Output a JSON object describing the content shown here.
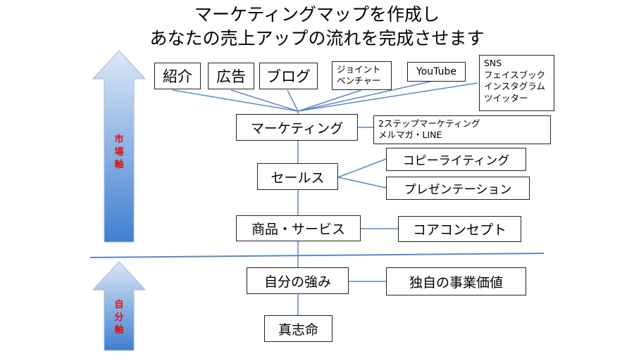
{
  "title": {
    "line1": "マーケティングマップを作成し",
    "line2": "あなたの売上アップの流れを完成させます"
  },
  "axes": {
    "market": [
      "市",
      "場",
      "軸"
    ],
    "self": [
      "自",
      "分",
      "軸"
    ]
  },
  "channels": {
    "shokai": "紹介",
    "kokoku": "広告",
    "blog": "ブログ",
    "jv": [
      "ジョイント",
      "ベンチャー"
    ],
    "youtube": "YouTube",
    "sns": [
      "SNS",
      "フェイスブック",
      "インスタグラム",
      "ツイッター"
    ]
  },
  "core": {
    "marketing": "マーケティング",
    "marketing_note": [
      "2ステップマーケティング",
      "メルマガ・LINE"
    ],
    "sales": "セールス",
    "copywriting": "コピーライティング",
    "presentation": "プレゼンテーション",
    "product": "商品・サービス",
    "core_concept": "コアコンセプト",
    "strength": "自分の強み",
    "unique_value": "独自の事業価値",
    "mission": "真志命"
  },
  "colors": {
    "arrow_top": "#dde8f7",
    "arrow_bottom": "#3f7fd0",
    "line": "#5b87c8",
    "axis_text": "#e01010"
  }
}
